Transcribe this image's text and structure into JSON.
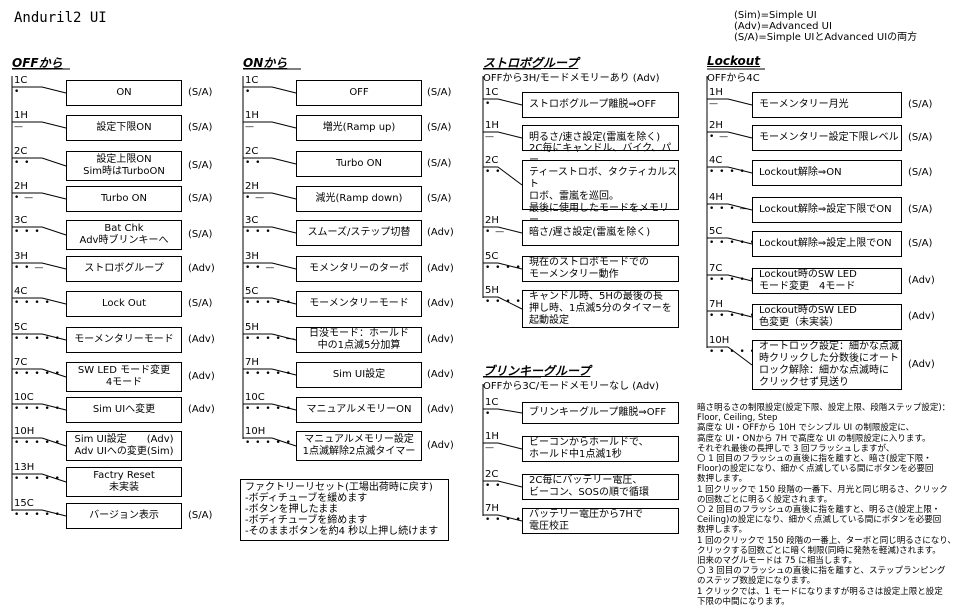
{
  "title": "Anduril2 UI",
  "legend": [
    "(Sim)=Simple UI",
    "(Adv)=Advanced UI",
    "(S/A)=Simple UIとAdvanced UIの両方"
  ],
  "columns": [
    {
      "title": "OFFから",
      "subtitle": "",
      "rows": [
        {
          "code": "1C",
          "dots": "•",
          "label": "ON",
          "tag": "(S/A)"
        },
        {
          "code": "1H",
          "dots": "—",
          "label": "設定下限ON",
          "tag": "(S/A)"
        },
        {
          "code": "2C",
          "dots": "• •",
          "label": "設定上限ON\nSim時はTurboON",
          "tag": "(S/A)"
        },
        {
          "code": "2H",
          "dots": "• —",
          "label": "Turbo ON",
          "tag": "(S/A)"
        },
        {
          "code": "3C",
          "dots": "• • •",
          "label": "Bat Chk\nAdv時ブリンキーへ",
          "tag": "(S/A)"
        },
        {
          "code": "3H",
          "dots": "• • —",
          "label": "ストロボグループ",
          "tag": "(Adv)"
        },
        {
          "code": "4C",
          "dots": "• • • •",
          "label": "Lock Out",
          "tag": "(S/A)"
        },
        {
          "code": "5C",
          "dots": "• • • • •",
          "label": "モーメンタリーモード",
          "tag": "(Adv)"
        },
        {
          "code": "7C",
          "dots": "• • • • • • •",
          "label": "SW LED モード変更\n4モード",
          "tag": "(Adv)"
        },
        {
          "code": "10C",
          "dots": "• • • • • • • • • •",
          "label": "Sim UIへ変更",
          "tag": "(Adv)"
        },
        {
          "code": "10H",
          "dots": "• • • • • • • • • —",
          "label": "Sim UI設定　　(Adv)\nAdv UIへの変更(Sim)",
          "tag": ""
        },
        {
          "code": "13H",
          "dots": "• • • • • • • • • • • • —",
          "label": "Factry Reset\n未実装",
          "tag": ""
        },
        {
          "code": "15C",
          "dots": "• • • • • • • • • • • • • • •",
          "label": "バージョン表示",
          "tag": "(S/A)"
        }
      ]
    },
    {
      "title": "ONから",
      "subtitle": "",
      "rows": [
        {
          "code": "1C",
          "dots": "•",
          "label": "OFF",
          "tag": "(S/A)"
        },
        {
          "code": "1H",
          "dots": "—",
          "label": "増光(Ramp up)",
          "tag": "(S/A)"
        },
        {
          "code": "2C",
          "dots": "• •",
          "label": "Turbo ON",
          "tag": "(S/A)"
        },
        {
          "code": "2H",
          "dots": "• —",
          "label": "減光(Ramp down)",
          "tag": "(S/A)"
        },
        {
          "code": "3C",
          "dots": "• • •",
          "label": "スムーズ/ステップ切替",
          "tag": "(Adv)"
        },
        {
          "code": "3H",
          "dots": "• • —",
          "label": "モメンタリーのターボ",
          "tag": "(Adv)"
        },
        {
          "code": "5C",
          "dots": "• • • • •",
          "label": "モーメンタリーモード",
          "tag": "(Adv)"
        },
        {
          "code": "5H",
          "dots": "• • • • —",
          "label": "日没モード：ホールド\n中の1点滅5分加算",
          "tag": "(Adv)"
        },
        {
          "code": "7H",
          "dots": "• • • • • • —",
          "label": "Sim UI設定",
          "tag": "(Adv)"
        },
        {
          "code": "10C",
          "dots": "• • • • • • • • • •",
          "label": "マニュアルメモリーON",
          "tag": "(Adv)"
        },
        {
          "code": "10H",
          "dots": "• • • • • • • • • —",
          "label": "マニュアルメモリー設定\n1点滅解除2点滅タイマー",
          "tag": "(Adv)"
        }
      ]
    },
    {
      "title": "ストロボグループ",
      "subtitle": "OFFから3H/モードメモリーあり (Adv)",
      "rows": [
        {
          "code": "1C",
          "dots": "•",
          "label": "ストロボグループ離脱⇒OFF",
          "tag": ""
        },
        {
          "code": "1H",
          "dots": "—",
          "label": "明るさ/速さ設定(雷嵐を除く)",
          "tag": ""
        },
        {
          "code": "2C",
          "dots": "• •",
          "label": "2C毎にキャンドル、バイク、パー\nティーストロボ、タクティカルスト\nロボ、雷嵐を巡回。\n最後に使用したモードをメモリー",
          "tag": ""
        },
        {
          "code": "2H",
          "dots": "• —",
          "label": "暗さ/遅さ設定(雷嵐を除く)",
          "tag": ""
        },
        {
          "code": "5C",
          "dots": "• • • • •",
          "label": "現在のストロボモードでの\nモーメンタリー動作",
          "tag": ""
        },
        {
          "code": "5H",
          "dots": "• • • • —",
          "label": "キャンドル時、5Hの最後の長\n押し時、1点滅5分のタイマーを\n起動設定",
          "tag": ""
        }
      ]
    },
    {
      "title": "ブリンキーグループ",
      "subtitle": "OFFから3C/モードメモリーなし (Adv)",
      "rows": [
        {
          "code": "1C",
          "dots": "•",
          "label": "ブリンキーグループ離脱⇒OFF",
          "tag": ""
        },
        {
          "code": "1H",
          "dots": "—",
          "label": "ビーコンからホールドで、\nホールド中1点滅1秒",
          "tag": ""
        },
        {
          "code": "2C",
          "dots": "• •",
          "label": "2C毎にバッテリー電圧、\nビーコン、SOSの順で循環",
          "tag": ""
        },
        {
          "code": "7H",
          "dots": "• • • • • • —",
          "label": "バッテリー電圧から7Hで\n電圧校正",
          "tag": ""
        }
      ]
    },
    {
      "title": "Lockout",
      "subtitle": "OFFから4C",
      "rows": [
        {
          "code": "1H",
          "dots": "—",
          "label": "モーメンタリー月光",
          "tag": "(S/A)"
        },
        {
          "code": "2H",
          "dots": "• —",
          "label": "モーメンタリー設定下限レベル",
          "tag": "(S/A)"
        },
        {
          "code": "4C",
          "dots": "• • • •",
          "label": "Lockout解除⇒ON",
          "tag": "(S/A)"
        },
        {
          "code": "4H",
          "dots": "• • • —",
          "label": "Lockout解除⇒設定下限でON",
          "tag": "(S/A)"
        },
        {
          "code": "5C",
          "dots": "• • • • •",
          "label": "Lockout解除⇒設定上限でON",
          "tag": "(S/A)"
        },
        {
          "code": "7C",
          "dots": "• • • • • • •",
          "label": "Lockout時のSW LED\nモード変更　4モード",
          "tag": "(Adv)"
        },
        {
          "code": "7H",
          "dots": "• • • • • • —",
          "label": "Lockout時のSW LED\n色変更（未実装）",
          "tag": "(Adv)"
        },
        {
          "code": "10H",
          "dots": "• • • • • • • • • —",
          "label": "オートロック設定：細かな点滅\n時クリックした分数後にオート\nロック解除：細かな点滅時に\nクリックせず見送り",
          "tag": "(Adv)"
        }
      ]
    }
  ],
  "factory_reset": "ファクトリーリセット(工場出荷時に戻す)\n-ボディチューブを緩めます\n-ボタンを押したまま\n-ボディチューブを締めます\n-そのままボタンを約4 秒以上押し続けます",
  "notes": "暗さ明るさの制限設定(設定下限、設定上限、段階ステップ設定)：\nFloor, Ceiling, Step\n高度な UI・OFFから 10H でシンプル UI の制限設定に、\n高度な UI・ONから 7H で高度な UI の制限設定に入ります。\nそれぞれ最後の長押しで 3 回フラッシュしますが、\n〇 1 回目のフラッシュの直後に指を離すと、暗さ(設定下限・\nFloor)の設定になり、細かく点滅している間にボタンを必要回\n数押します。\n1 回クリックで 150 段階の一番下、月光と同じ明るさ、クリック\nの回数ごとに明るく設定されます。\n〇 2 回目のフラッシュの直後に指を離すと、明るさ(設定上限・\nCeiling)の設定になり、細かく点滅している間にボタンを必要回\n数押します。\n1 回のクリックで 150 段階の一番上、ターボと同じ明るさになり、\nクリックする回数ごとに暗く制限(同時に発熱を軽減)されます。\n旧来のマグルモードは 75 に相当します。\n〇 3 回目のフラッシュの直後に指を離すと、ステップランピング\nのステップ数設定になります。\n1 クリックでは、1 モードになりますが明るさは設定上限と設定\n下限の中間になります。"
}
